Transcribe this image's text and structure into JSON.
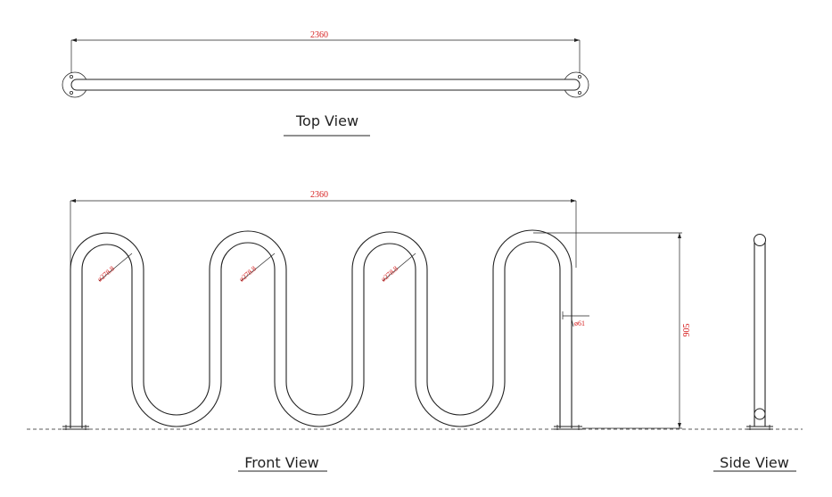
{
  "colors": {
    "line": "#222222",
    "dimension_text": "#d62020",
    "background": "#ffffff"
  },
  "top_view": {
    "label": "Top View",
    "width_dim": "2360"
  },
  "front_view": {
    "label": "Front View",
    "width_dim": "2360",
    "height_dim": "905",
    "bend_radius": "ø278.8",
    "pipe_dia": "ø61"
  },
  "side_view": {
    "label": "Side View"
  }
}
